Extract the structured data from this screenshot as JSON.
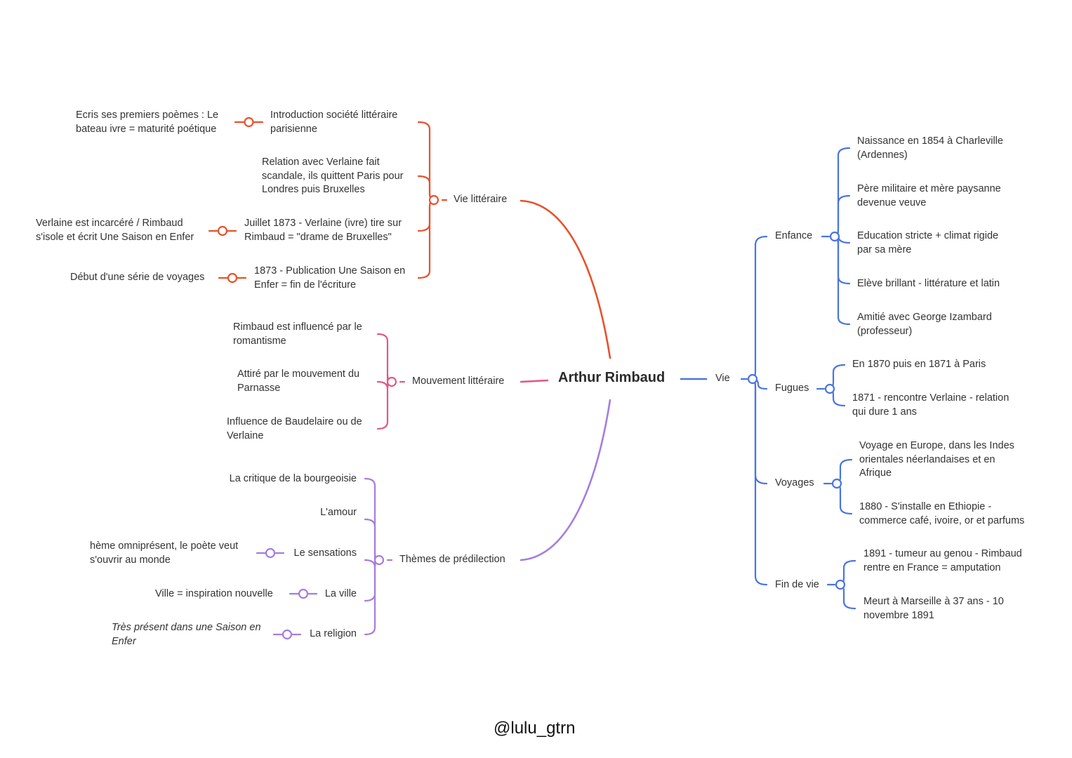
{
  "root": {
    "label": "Arthur Rimbaud"
  },
  "footer": {
    "handle": "@lulu_gtrn"
  },
  "colors": {
    "vie_litteraire": "#e8512c",
    "mouvement": "#df5a86",
    "themes": "#a57ddf",
    "vie": "#4a75e0"
  },
  "vie_litteraire": {
    "label": "Vie littéraire",
    "items": [
      {
        "lines": [
          "Introduction société littéraire",
          "parisienne"
        ],
        "detail": [
          "Ecris ses premiers poèmes : Le",
          "bateau ivre = maturité poétique"
        ]
      },
      {
        "lines": [
          "Relation avec Verlaine fait",
          "scandale, ils quittent Paris pour",
          "Londres puis Bruxelles"
        ]
      },
      {
        "lines": [
          "Juillet 1873 - Verlaine (ivre) tire sur",
          "Rimbaud = \"drame de Bruxelles\""
        ],
        "detail": [
          "Verlaine est incarcéré / Rimbaud",
          "s'isole et écrit Une Saison en Enfer"
        ]
      },
      {
        "lines": [
          "1873 - Publication Une Saison en",
          "Enfer = fin de l'écriture"
        ],
        "detail": [
          "Début d'une série de voyages"
        ]
      }
    ]
  },
  "mouvement": {
    "label": "Mouvement littéraire",
    "items": [
      {
        "lines": [
          "Rimbaud est influencé par le",
          "romantisme"
        ]
      },
      {
        "lines": [
          "Attiré par le mouvement du",
          "Parnasse"
        ]
      },
      {
        "lines": [
          "Influence de Baudelaire ou de",
          "Verlaine"
        ]
      }
    ]
  },
  "themes": {
    "label": "Thèmes de prédilection",
    "items": [
      {
        "lines": [
          "La critique de la bourgeoisie"
        ]
      },
      {
        "lines": [
          "L'amour"
        ]
      },
      {
        "lines": [
          "Le sensations"
        ],
        "detail": [
          "hème omniprésent, le poète veut",
          "s'ouvrir au monde"
        ]
      },
      {
        "lines": [
          "La ville"
        ],
        "detail": [
          "Ville = inspiration nouvelle"
        ]
      },
      {
        "lines": [
          "La religion"
        ],
        "detail": [
          "Très présent dans une Saison en",
          "Enfer"
        ]
      }
    ]
  },
  "vie": {
    "label": "Vie",
    "groups": [
      {
        "label": "Enfance",
        "items": [
          [
            "Naissance en 1854 à Charleville",
            "(Ardennes)"
          ],
          [
            "Père militaire et mère paysanne",
            "devenue veuve"
          ],
          [
            "Education stricte + climat rigide",
            "par sa mère"
          ],
          [
            "Elève brillant - littérature et latin"
          ],
          [
            "Amitié avec George Izambard",
            "(professeur)"
          ]
        ]
      },
      {
        "label": "Fugues",
        "items": [
          [
            "En 1870 puis en 1871 à Paris"
          ],
          [
            "1871 - rencontre Verlaine - relation",
            "qui dure 1 ans"
          ]
        ]
      },
      {
        "label": "Voyages",
        "items": [
          [
            "Voyage en Europe, dans les Indes",
            "orientales néerlandaises et en",
            "Afrique"
          ],
          [
            "1880 - S'installe en Ethiopie -",
            "commerce café, ivoire, or et parfums"
          ]
        ]
      },
      {
        "label": "Fin de vie",
        "items": [
          [
            "1891 - tumeur au genou - Rimbaud",
            "rentre en France = amputation"
          ],
          [
            "Meurt à Marseille à 37 ans - 10",
            "novembre 1891"
          ]
        ]
      }
    ]
  }
}
